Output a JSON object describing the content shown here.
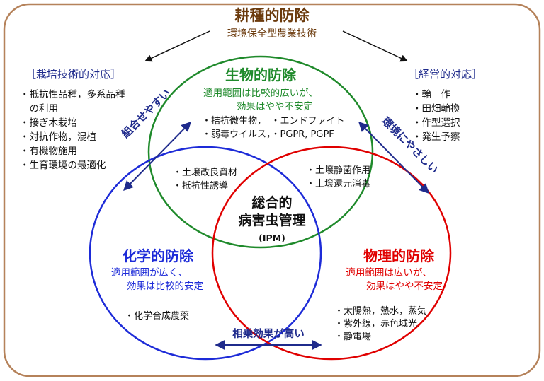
{
  "title": "耕種的防除",
  "subtitle": "環境保全型農業技術",
  "left_box": {
    "heading": "［栽培技術的対応］",
    "items": [
      "・抵抗性品種，多系品種",
      "　の利用",
      "・接ぎ木栽培",
      "・対抗作物，混植",
      "・有機物施用",
      "・生育環境の最適化"
    ]
  },
  "right_box": {
    "heading": "［経営的対応］",
    "items": [
      "・輪　作",
      "・田畑輪換",
      "・作型選択",
      "・発生予察"
    ]
  },
  "biological": {
    "title": "生物的防除",
    "desc_line1": "適用範囲は比較的広いが、",
    "desc_line2": "効果はやや不安定",
    "items_line1": "・拮抗微生物，　・エンドファイト",
    "items_line2": "・弱毒ウイルス，・PGPR, PGPF"
  },
  "chemical": {
    "title": "化学的防除",
    "desc_line1": "適用範囲が広く、",
    "desc_line2": "効果は比較的安定",
    "item": "・化学合成農薬"
  },
  "physical": {
    "title": "物理的防除",
    "desc_line1": "適用範囲は広いが、",
    "desc_line2": "効果はやや不安定",
    "items": [
      "・太陽熱，熱水，蒸気",
      "・紫外線，赤色域光",
      "・静電場"
    ]
  },
  "overlap_bio_chem": [
    "・土壌改良資材",
    "・抵抗性誘導"
  ],
  "overlap_bio_phys": [
    "・土壌静菌作用",
    "・土壌還元消毒"
  ],
  "center": {
    "line1": "総合的",
    "line2": "病害虫管理",
    "line3": "(IPM)"
  },
  "arrow_labels": {
    "left_diag": "組合せやすい",
    "right_diag": "環境にやさしい",
    "bottom": "相乗効果が高い"
  },
  "colors": {
    "frame": "#b5825a",
    "brown_text": "#6b3a0c",
    "navy": "#1f2b8c",
    "green": "#1f8a2b",
    "blue": "#1d2bd8",
    "red": "#e00000"
  }
}
